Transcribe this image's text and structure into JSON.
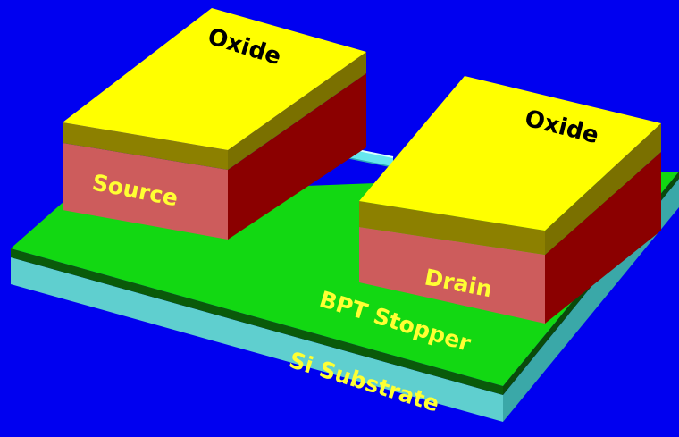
{
  "labels": {
    "oxide_left": "Oxide",
    "oxide_right": "Oxide",
    "source": "Source",
    "drain": "Drain",
    "stopper": "BPT Stopper",
    "substrate": "Si Substrate"
  },
  "colors": {
    "background": "#0000f0",
    "substrate_front": "#5fcfcf",
    "stopper_top": "#12d812",
    "stopper_edge": "#0a5a0a",
    "oxide_top": "#ffff00",
    "oxide_side": "#7a7000",
    "contact_front": "#cd5c5c",
    "contact_side": "#8b0000",
    "nanowire": "#66e6ee",
    "text_dark": "#000000",
    "text_yellow": "#ffff33"
  }
}
